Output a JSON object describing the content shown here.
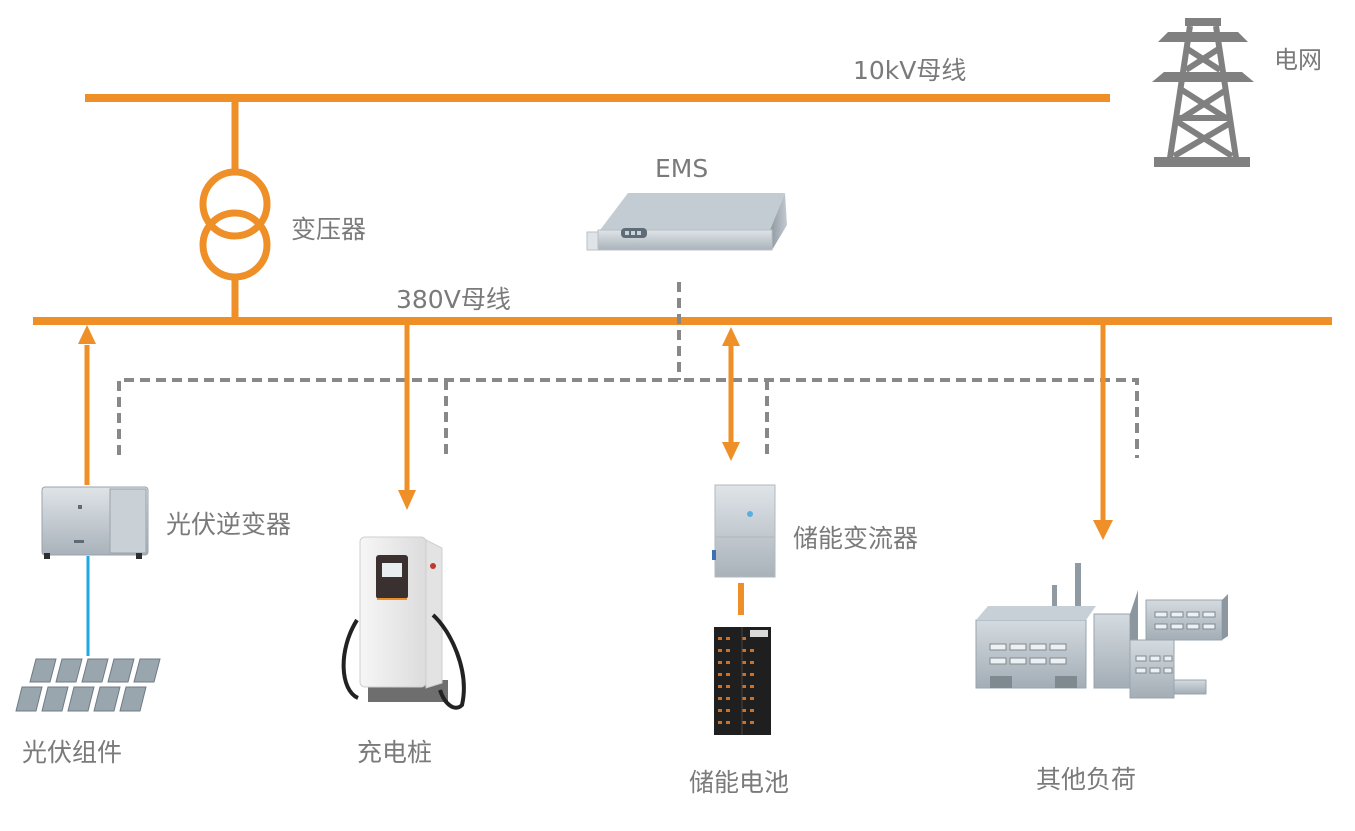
{
  "diagram": {
    "title": "",
    "colors": {
      "power_line": "#ee8f27",
      "dc_line": "#1fa8e6",
      "comm_line": "#888888",
      "label_text": "#7a7a7a",
      "device_gray": "#808080"
    },
    "buses": {
      "hv": {
        "label": "10kV母线"
      },
      "lv": {
        "label": "380V母线"
      }
    },
    "nodes": {
      "grid": {
        "label": "电网",
        "icon": "transmission-tower-icon"
      },
      "transformer": {
        "label": "变压器",
        "icon": "transformer-symbol-icon"
      },
      "ems": {
        "label": "EMS",
        "icon": "rack-server-icon"
      },
      "pv_inverter": {
        "label": "光伏逆变器",
        "icon": "inverter-icon"
      },
      "pv_modules": {
        "label": "光伏组件",
        "icon": "solar-panel-icon"
      },
      "charger": {
        "label": "充电桩",
        "icon": "ev-charger-icon"
      },
      "pcs": {
        "label": "储能变流器",
        "icon": "power-converter-icon"
      },
      "battery": {
        "label": "储能电池",
        "icon": "battery-rack-icon"
      },
      "load": {
        "label": "其他负荷",
        "icon": "factory-icon"
      }
    },
    "edges": [
      {
        "from": "hv-bus",
        "to": "transformer",
        "type": "power"
      },
      {
        "from": "transformer",
        "to": "lv-bus",
        "type": "power"
      },
      {
        "from": "pv_inverter",
        "to": "lv-bus",
        "type": "power",
        "direction": "up"
      },
      {
        "from": "lv-bus",
        "to": "charger",
        "type": "power",
        "direction": "down"
      },
      {
        "from": "lv-bus",
        "to": "pcs",
        "type": "power",
        "direction": "bidirectional"
      },
      {
        "from": "lv-bus",
        "to": "load",
        "type": "power",
        "direction": "down"
      },
      {
        "from": "pv_modules",
        "to": "pv_inverter",
        "type": "dc"
      },
      {
        "from": "pcs",
        "to": "battery",
        "type": "power"
      },
      {
        "from": "ems",
        "to": "pv_inverter",
        "type": "communication"
      },
      {
        "from": "ems",
        "to": "charger",
        "type": "communication"
      },
      {
        "from": "ems",
        "to": "pcs",
        "type": "communication"
      },
      {
        "from": "ems",
        "to": "load",
        "type": "communication"
      }
    ]
  }
}
